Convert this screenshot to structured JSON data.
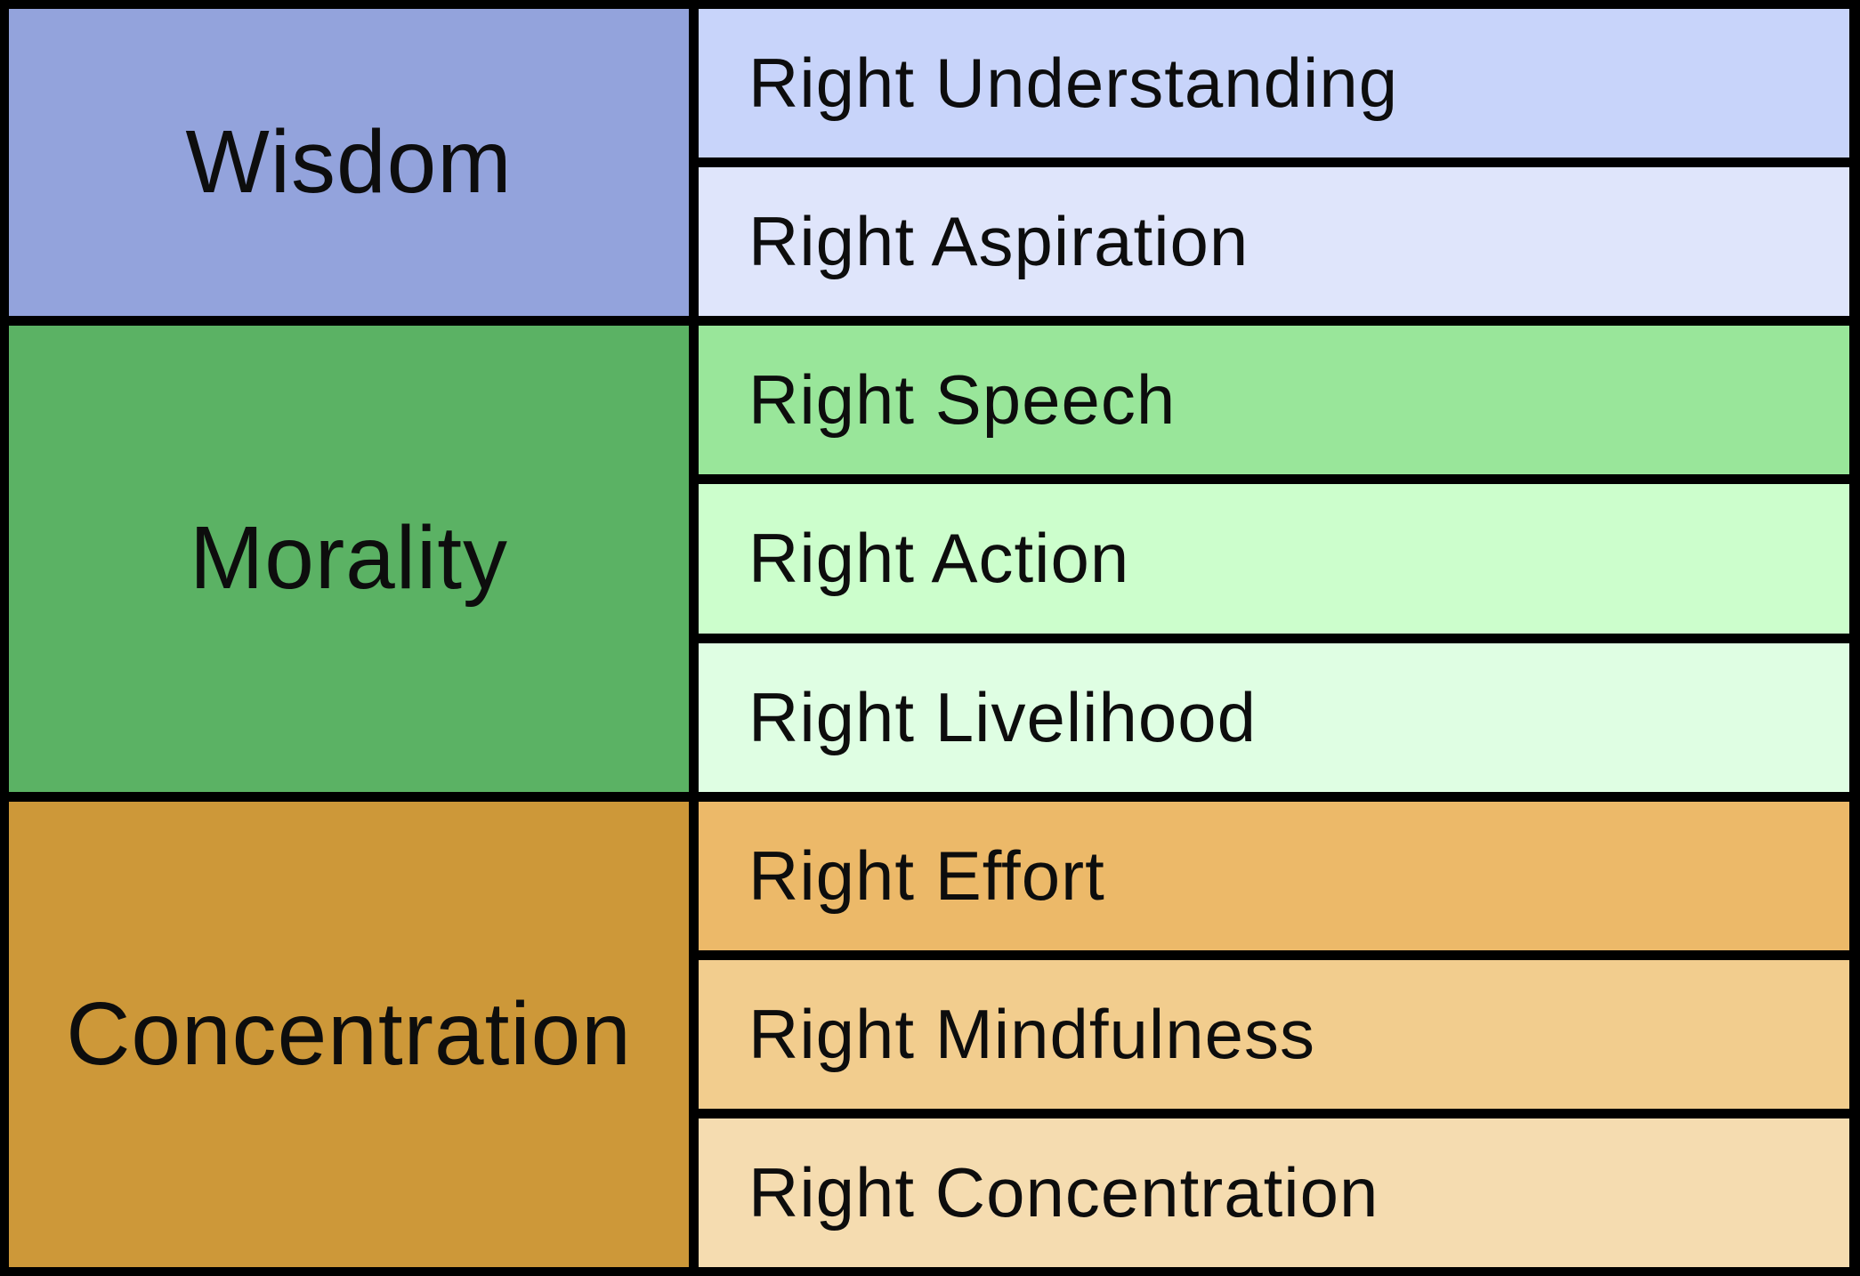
{
  "colors": {
    "border": "#000000",
    "text": "#0d0d0d"
  },
  "sections": [
    {
      "category": "Wisdom",
      "bg": "#93A3DC",
      "items": [
        {
          "label": "Right Understanding",
          "bg": "#C8D4FA"
        },
        {
          "label": "Right Aspiration",
          "bg": "#DFE5FB"
        }
      ]
    },
    {
      "category": "Morality",
      "bg": "#5BB264",
      "items": [
        {
          "label": "Right Speech",
          "bg": "#99E69A"
        },
        {
          "label": "Right Action",
          "bg": "#CCFECC"
        },
        {
          "label": "Right Livelihood",
          "bg": "#DFFEE3"
        }
      ]
    },
    {
      "category": "Concentration",
      "bg": "#CD9839",
      "items": [
        {
          "label": "Right Effort",
          "bg": "#ECB969"
        },
        {
          "label": "Right Mindfulness",
          "bg": "#F2CD8E"
        },
        {
          "label": "Right Concentration",
          "bg": "#F5DCB0"
        }
      ]
    }
  ]
}
